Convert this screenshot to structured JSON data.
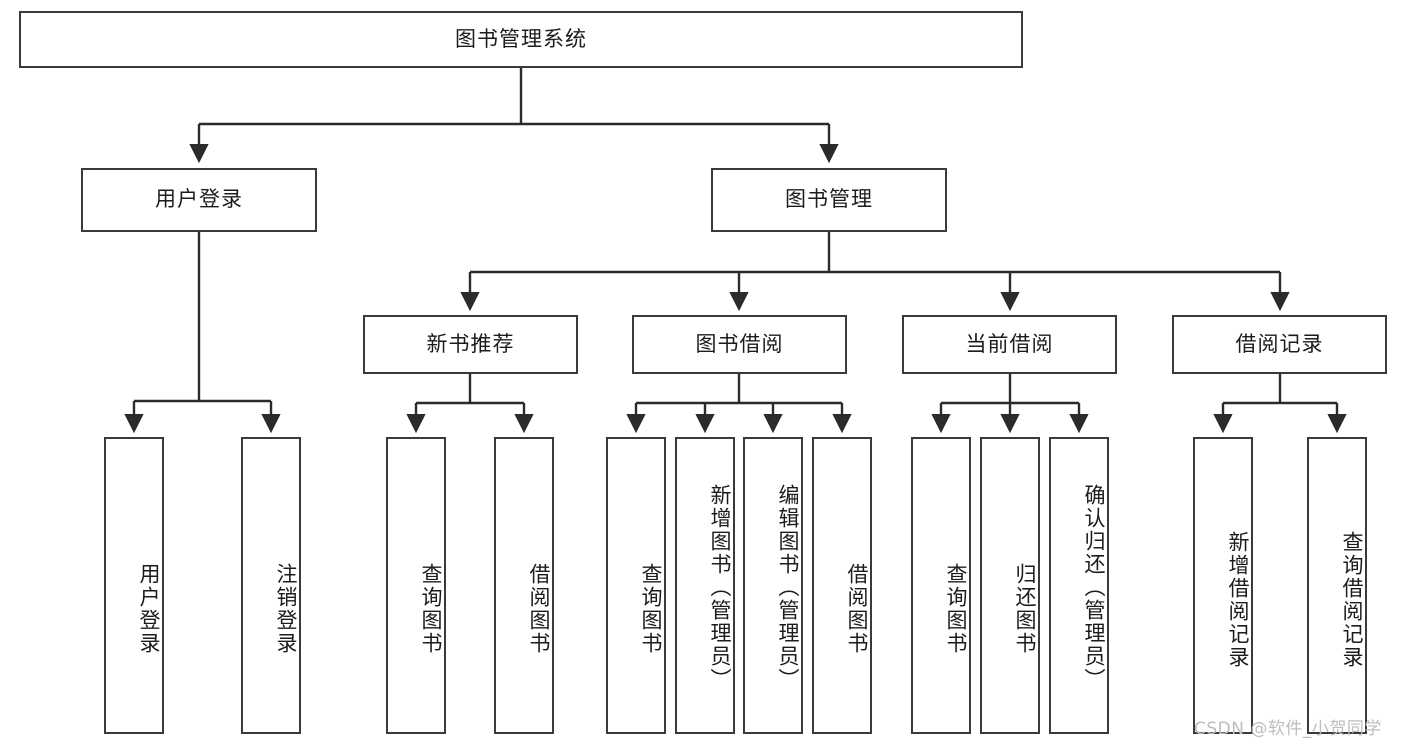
{
  "diagram": {
    "title": "图书管理系统",
    "type": "tree-hierarchy",
    "watermark": "CSDN @软件_小贺同学",
    "colors": {
      "background": "#ffffff",
      "node_border": "#3a3a3a",
      "node_fill": "#ffffff",
      "edge": "#2b2b2b",
      "text": "#1c1c1c",
      "watermark": "#bdbdbd"
    },
    "root": {
      "label": "图书管理系统",
      "level": 1
    },
    "level2": [
      {
        "label": "用户登录",
        "level": 2
      },
      {
        "label": "图书管理",
        "level": 2
      }
    ],
    "level3": [
      {
        "label": "新书推荐",
        "parent": "图书管理",
        "level": 3
      },
      {
        "label": "图书借阅",
        "parent": "图书管理",
        "level": 3
      },
      {
        "label": "当前借阅",
        "parent": "图书管理",
        "level": 3
      },
      {
        "label": "借阅记录",
        "parent": "图书管理",
        "level": 3
      }
    ],
    "leaves": [
      {
        "label": "用户登录",
        "parent": "用户登录",
        "level": 3
      },
      {
        "label": "注销登录",
        "parent": "用户登录",
        "level": 3
      },
      {
        "label": "查询图书",
        "parent": "新书推荐",
        "level": 4
      },
      {
        "label": "借阅图书",
        "parent": "新书推荐",
        "level": 4
      },
      {
        "label": "查询图书",
        "parent": "图书借阅",
        "level": 4
      },
      {
        "label": "新增图书（管理员）",
        "parent": "图书借阅",
        "level": 4
      },
      {
        "label": "编辑图书（管理员）",
        "parent": "图书借阅",
        "level": 4
      },
      {
        "label": "借阅图书",
        "parent": "图书借阅",
        "level": 4
      },
      {
        "label": "查询图书",
        "parent": "当前借阅",
        "level": 4
      },
      {
        "label": "归还图书",
        "parent": "当前借阅",
        "level": 4
      },
      {
        "label": "确认归还（管理员）",
        "parent": "当前借阅",
        "level": 4
      },
      {
        "label": "新增借阅记录",
        "parent": "借阅记录",
        "level": 4
      },
      {
        "label": "查询借阅记录",
        "parent": "借阅记录",
        "level": 4
      }
    ]
  }
}
